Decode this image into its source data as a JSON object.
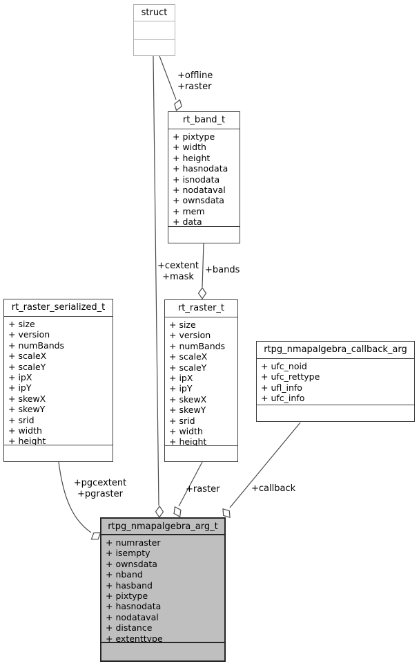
{
  "diagram": {
    "type": "uml-collaboration-diagram",
    "colors": {
      "background": "#ffffff",
      "node_border": "#3e3e3e",
      "undocumented_node_border": "#b0b0b0",
      "highlight_node_fill": "#bfbfbf",
      "edge": "#4a4a4a",
      "diamond_fill": "#ffffff",
      "text": "#000000"
    },
    "nodes": [
      {
        "id": "struct",
        "title": "struct",
        "fields": []
      },
      {
        "id": "rt_band_t",
        "title": "rt_band_t",
        "fields": [
          "+ pixtype",
          "+ width",
          "+ height",
          "+ hasnodata",
          "+ isnodata",
          "+ nodataval",
          "+ ownsdata",
          "+ mem",
          "+ data"
        ]
      },
      {
        "id": "rt_raster_serialized_t",
        "title": "rt_raster_serialized_t",
        "fields": [
          "+ size",
          "+ version",
          "+ numBands",
          "+ scaleX",
          "+ scaleY",
          "+ ipX",
          "+ ipY",
          "+ skewX",
          "+ skewY",
          "+ srid",
          "+ width",
          "+ height"
        ]
      },
      {
        "id": "rt_raster_t",
        "title": "rt_raster_t",
        "fields": [
          "+ size",
          "+ version",
          "+ numBands",
          "+ scaleX",
          "+ scaleY",
          "+ ipX",
          "+ ipY",
          "+ skewX",
          "+ skewY",
          "+ srid",
          "+ width",
          "+ height"
        ]
      },
      {
        "id": "rtpg_nmapalgebra_callback_arg",
        "title": "rtpg_nmapalgebra_callback_arg",
        "fields": [
          "+ ufc_noid",
          "+ ufc_rettype",
          "+ ufl_info",
          "+ ufc_info"
        ]
      },
      {
        "id": "rtpg_nmapalgebra_arg_t",
        "title": "rtpg_nmapalgebra_arg_t",
        "highlighted": true,
        "fields": [
          "+ numraster",
          "+ isempty",
          "+ ownsdata",
          "+ nband",
          "+ hasband",
          "+ pixtype",
          "+ hasnodata",
          "+ nodataval",
          "+ distance",
          "+ extenttype"
        ]
      }
    ],
    "edges": [
      {
        "from": "struct",
        "to": "rt_band_t",
        "relation": "aggregation",
        "label": "+offline\n+raster"
      },
      {
        "from": "struct",
        "to": "rtpg_nmapalgebra_arg_t",
        "relation": "aggregation",
        "label": "+cextent\n+mask"
      },
      {
        "from": "rt_band_t",
        "to": "rt_raster_t",
        "relation": "aggregation",
        "label": "+bands"
      },
      {
        "from": "rt_raster_t",
        "to": "rtpg_nmapalgebra_arg_t",
        "relation": "aggregation",
        "label": "+raster"
      },
      {
        "from": "rt_raster_serialized_t",
        "to": "rtpg_nmapalgebra_arg_t",
        "relation": "aggregation",
        "label": "+pgcextent\n+pgraster"
      },
      {
        "from": "rtpg_nmapalgebra_callback_arg",
        "to": "rtpg_nmapalgebra_arg_t",
        "relation": "aggregation",
        "label": "+callback"
      }
    ]
  }
}
